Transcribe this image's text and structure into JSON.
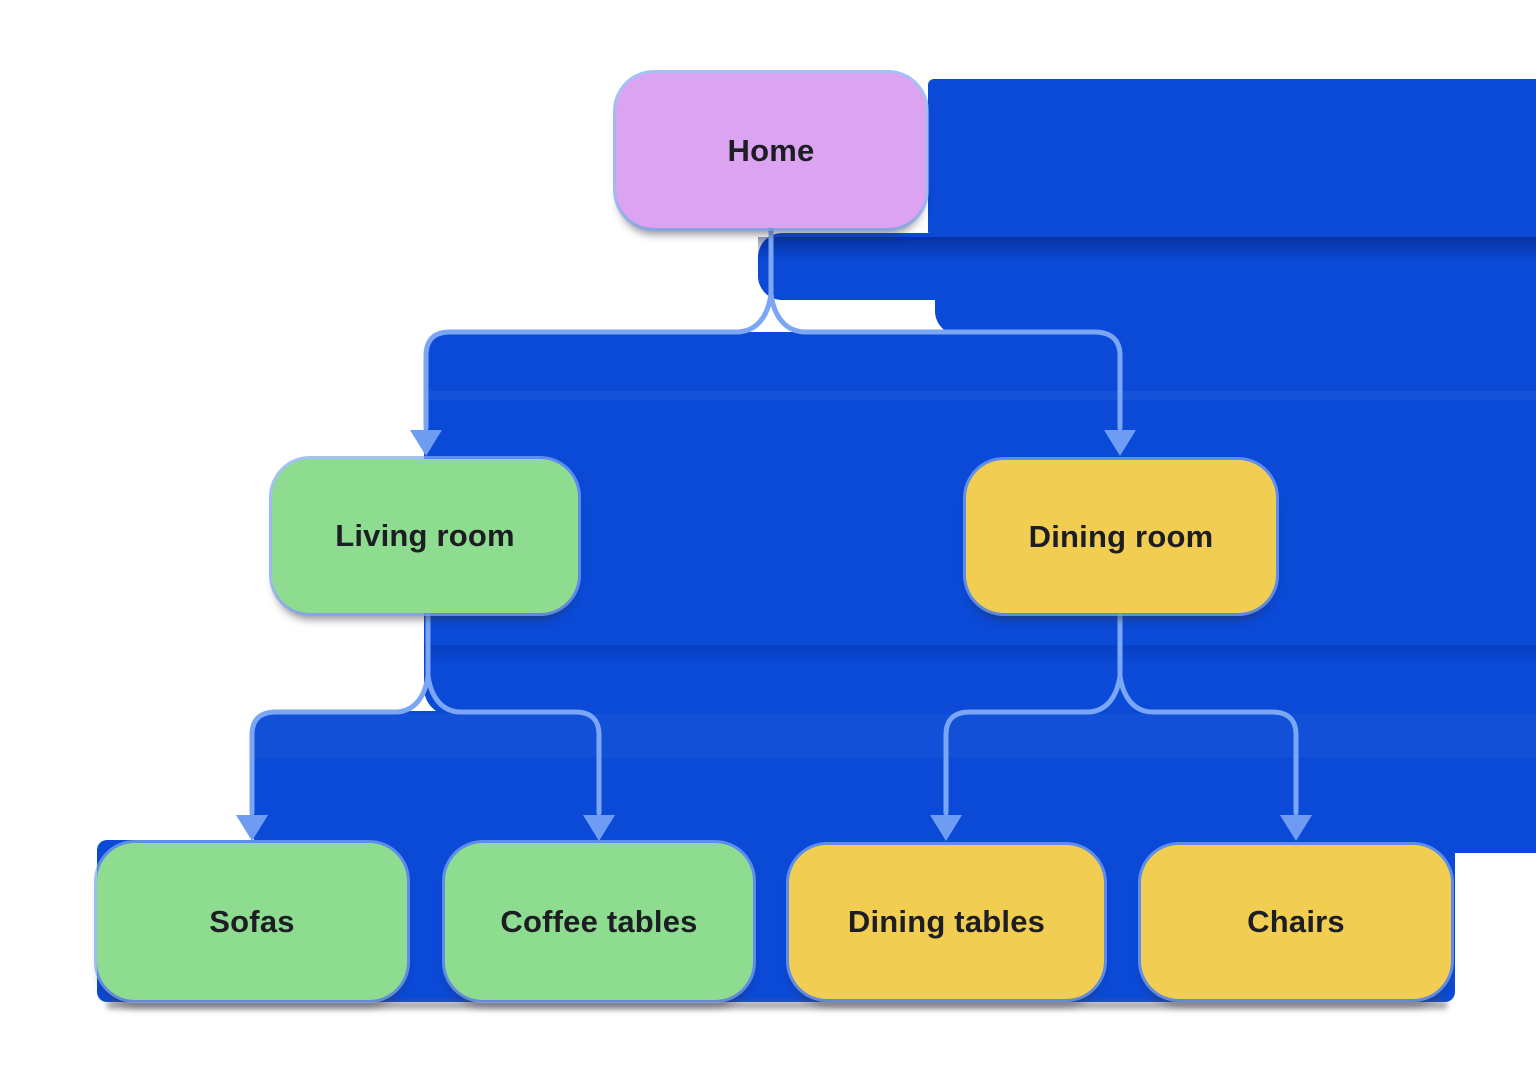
{
  "diagram": {
    "type": "sitemap-tree",
    "nodes": [
      {
        "id": "home",
        "label": "Home",
        "fill": "#dca3f1"
      },
      {
        "id": "living-room",
        "label": "Living room",
        "fill": "#8edc90"
      },
      {
        "id": "dining-room",
        "label": "Dining room",
        "fill": "#f1cd51"
      },
      {
        "id": "sofas",
        "label": "Sofas",
        "fill": "#8edc90"
      },
      {
        "id": "coffee-tables",
        "label": "Coffee tables",
        "fill": "#8edc90"
      },
      {
        "id": "dining-tables",
        "label": "Dining tables",
        "fill": "#f1cd51"
      },
      {
        "id": "chairs",
        "label": "Chairs",
        "fill": "#f1cd51"
      }
    ],
    "edges": [
      {
        "from": "Home",
        "to": "Living room"
      },
      {
        "from": "Home",
        "to": "Dining room"
      },
      {
        "from": "Living room",
        "to": "Sofas"
      },
      {
        "from": "Living room",
        "to": "Coffee tables"
      },
      {
        "from": "Dining room",
        "to": "Dining tables"
      },
      {
        "from": "Dining room",
        "to": "Chairs"
      }
    ],
    "colors": {
      "page_background": "#ffffff",
      "panel_blue": "#0a4ad7",
      "connector": "#7ba6f5",
      "arrowhead": "#6f9cf3",
      "node_text": "#1d1d24",
      "node_halo": "#7fa7f4"
    }
  }
}
